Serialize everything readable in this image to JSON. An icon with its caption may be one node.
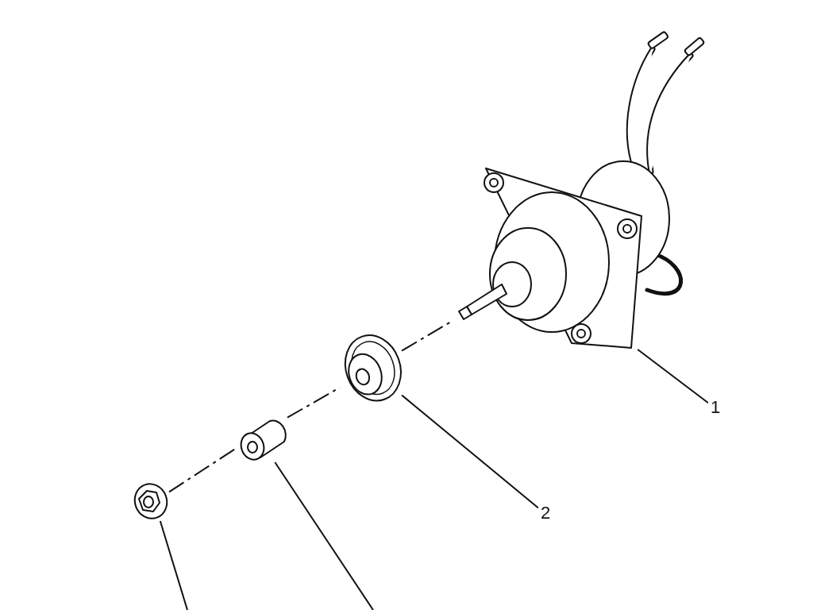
{
  "diagram": {
    "nodes": [
      {
        "text": [
          "1"
        ]
      },
      {
        "text": [],
        "shape": "picture"
      },
      {
        "text": [
          "2"
        ]
      },
      {
        "text": [],
        "shape": "picture"
      },
      {
        "text": [],
        "shape": "picture"
      },
      {
        "text": [],
        "shape": "picture"
      }
    ],
    "edges": [
      {
        "from": 0,
        "to": 1,
        "arrow": "none"
      },
      {
        "from": 2,
        "to": 3,
        "arrow": "none"
      },
      {
        "from": null,
        "to": 4,
        "arrow": "none"
      },
      {
        "from": null,
        "to": 5,
        "arrow": "none"
      },
      {
        "from": 5,
        "to": 4,
        "arrow": "none",
        "style": "dashed"
      },
      {
        "from": 4,
        "to": 3,
        "arrow": "none",
        "style": "dashed"
      },
      {
        "from": 3,
        "to": 1,
        "arrow": "none",
        "style": "dashed"
      }
    ]
  }
}
